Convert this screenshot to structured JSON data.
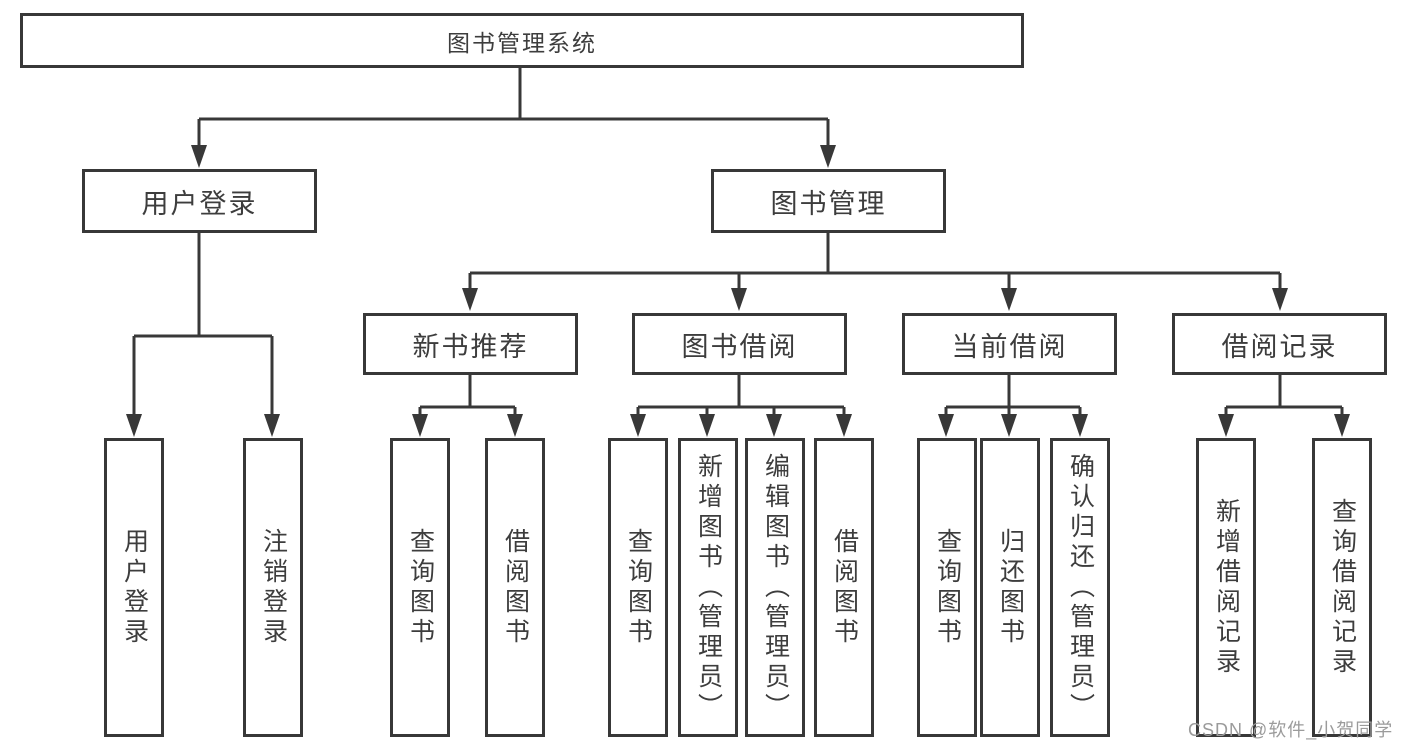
{
  "diagram": {
    "type": "hierarchy-tree",
    "root": {
      "label": "图书管理系统"
    },
    "level2": [
      {
        "label": "用户登录",
        "children": [
          {
            "label": "用户登录"
          },
          {
            "label": "注销登录"
          }
        ]
      },
      {
        "label": "图书管理",
        "children": [
          {
            "label": "新书推荐",
            "children": [
              {
                "label": "查询图书"
              },
              {
                "label": "借阅图书"
              }
            ]
          },
          {
            "label": "图书借阅",
            "children": [
              {
                "label": "查询图书"
              },
              {
                "label": "新增图书（管理员）"
              },
              {
                "label": "编辑图书（管理员）"
              },
              {
                "label": "借阅图书"
              }
            ]
          },
          {
            "label": "当前借阅",
            "children": [
              {
                "label": "查询图书"
              },
              {
                "label": "归还图书"
              },
              {
                "label": "确认归还（管理员）"
              }
            ]
          },
          {
            "label": "借阅记录",
            "children": [
              {
                "label": "新增借阅记录"
              },
              {
                "label": "查询借阅记录"
              }
            ]
          }
        ]
      }
    ]
  },
  "watermark": {
    "text": "CSDN @软件_小贺同学",
    "color": "#9b9b9b"
  },
  "colors": {
    "line": "#383838",
    "text": "#3d3d3d",
    "box_background": "#ffffff",
    "page_background": "#ffffff"
  }
}
